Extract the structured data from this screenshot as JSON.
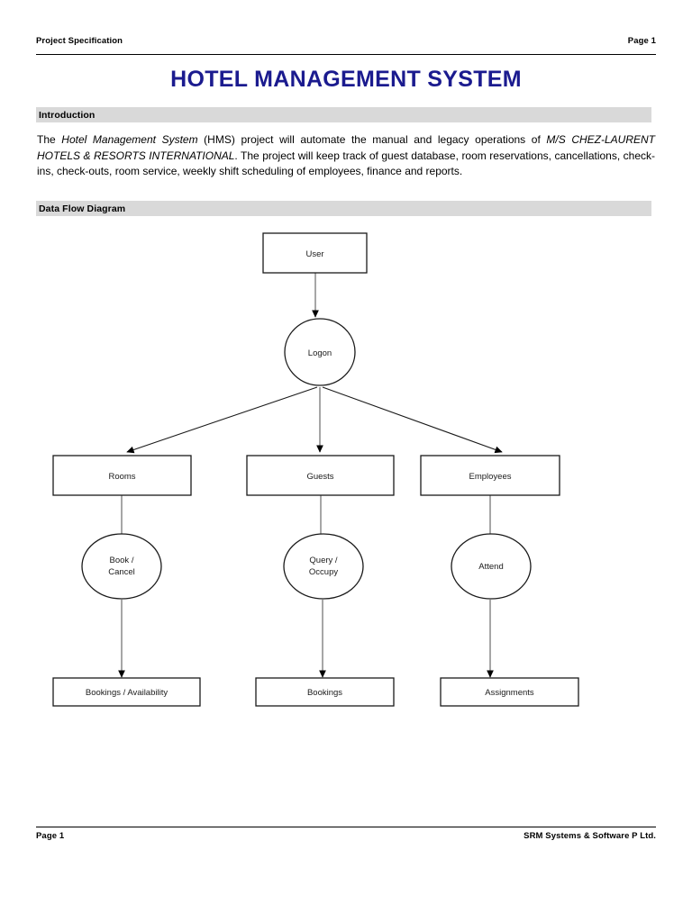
{
  "header": {
    "left": "Project Specification",
    "right": "Page 1"
  },
  "title": "HOTEL MANAGEMENT SYSTEM",
  "sections": {
    "introduction": {
      "heading": "Introduction",
      "paragraph": {
        "p1": "The ",
        "em1": "Hotel Management System",
        "p2": " (HMS) project will automate the manual and legacy operations of ",
        "em2": "M/S CHEZ-LAURENT HOTELS & RESORTS INTERNATIONAL",
        "p3": ". The project will keep track of guest database, room reservations, cancellations, check-ins, check-outs, room service, weekly shift scheduling of employees, finance and reports."
      }
    },
    "data_flow_diagram": {
      "heading": "Data Flow Diagram"
    }
  },
  "diagram": {
    "nodes": {
      "user": {
        "label": "User",
        "shape": "rectangle"
      },
      "logon": {
        "label": "Logon",
        "shape": "circle"
      },
      "rooms": {
        "label": "Rooms",
        "shape": "rectangle"
      },
      "guests": {
        "label": "Guests",
        "shape": "rectangle"
      },
      "employees": {
        "label": "Employees",
        "shape": "rectangle"
      },
      "book_cancel": {
        "label_line1": "Book /",
        "label_line2": "Cancel",
        "shape": "circle"
      },
      "query_occupy": {
        "label_line1": "Query /",
        "label_line2": "Occupy",
        "shape": "circle"
      },
      "attend": {
        "label": "Attend",
        "shape": "circle"
      },
      "bookings_availability": {
        "label": "Bookings / Availability",
        "shape": "rectangle"
      },
      "bookings": {
        "label": "Bookings",
        "shape": "rectangle"
      },
      "assignments": {
        "label": "Assignments",
        "shape": "rectangle"
      }
    },
    "colors": {
      "node_stroke": "#1a1a1a",
      "node_fill": "#ffffff",
      "connector": "#808080",
      "arrowhead": "#000000"
    }
  },
  "footer": {
    "left": "Page 1",
    "right": "SRM Systems & Software P Ltd."
  }
}
